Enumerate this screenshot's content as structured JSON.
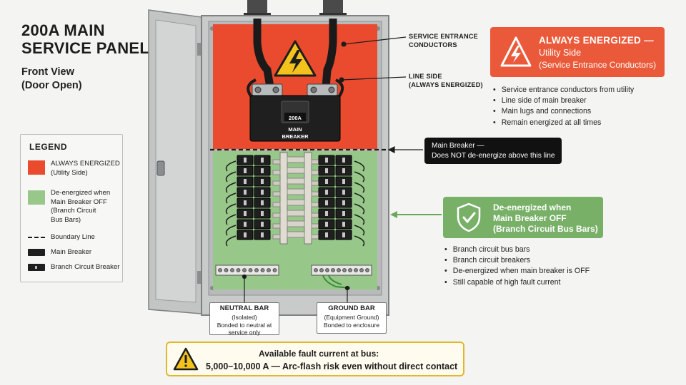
{
  "title": {
    "line1": "200A MAIN",
    "line2": "SERVICE PANEL"
  },
  "subtitle": {
    "line1": "Front View",
    "line2": "(Door Open)"
  },
  "legend": {
    "title": "LEGEND",
    "items": [
      {
        "label": "ALWAYS ENERGIZED\n(Utility Side)",
        "color": "#ea4a2e"
      },
      {
        "label": "De-energized when\nMain Breaker OFF\n(Branch Circuit\nBus Bars)",
        "color": "#97c88a"
      },
      {
        "label": "Boundary Line",
        "color": "#1d1d1d"
      },
      {
        "label": "Main Breaker",
        "color": "#1f1f1f"
      },
      {
        "label": "Branch Circuit Breaker",
        "color": "#1f1f1f"
      }
    ]
  },
  "panel": {
    "main_breaker_rating": "200A",
    "main_breaker_label": "MAIN\nBREAKER",
    "colors": {
      "energized": "#ea4a2e",
      "deenergized": "#97c88a",
      "enclosure": "#c9cbcb"
    }
  },
  "labels": {
    "service_entrance": "SERVICE ENTRANCE\nCONDUCTORS",
    "line_side": "LINE SIDE\n(ALWAYS ENERGIZED)"
  },
  "energized_box": {
    "line1": "ALWAYS ENERGIZED —",
    "line2": "Utility Side",
    "line3": "(Service Entrance Conductors)",
    "icon": "lightning-warning-icon"
  },
  "energized_bullets": [
    "Service entrance conductors from utility",
    "Line side of main breaker",
    "Main lugs and connections",
    "Remain energized at all times"
  ],
  "boundary_box": {
    "text": "Main Breaker —\nDoes NOT de-energize above this line"
  },
  "deenergized_box": {
    "line1": "De-energized when",
    "line2": "Main Breaker OFF",
    "line3": "(Branch Circuit Bus Bars)",
    "icon": "shield-check-icon"
  },
  "deenergized_bullets": [
    "Branch circuit bus bars",
    "Branch circuit breakers",
    "De-energized when main breaker is OFF",
    "Still capable of high fault current"
  ],
  "neutral_bar": {
    "title": "NEUTRAL BAR",
    "sub": "(Isolated)",
    "note": "Bonded to neutral at\nservice only"
  },
  "ground_bar": {
    "title": "GROUND BAR",
    "sub": "(Equipment Ground)",
    "note": "Bonded to enclosure"
  },
  "fault": {
    "line1": "Available fault current at bus:",
    "line2": "5,000–10,000 A — Arc-flash risk even without direct contact",
    "icon": "warning-triangle-icon"
  }
}
